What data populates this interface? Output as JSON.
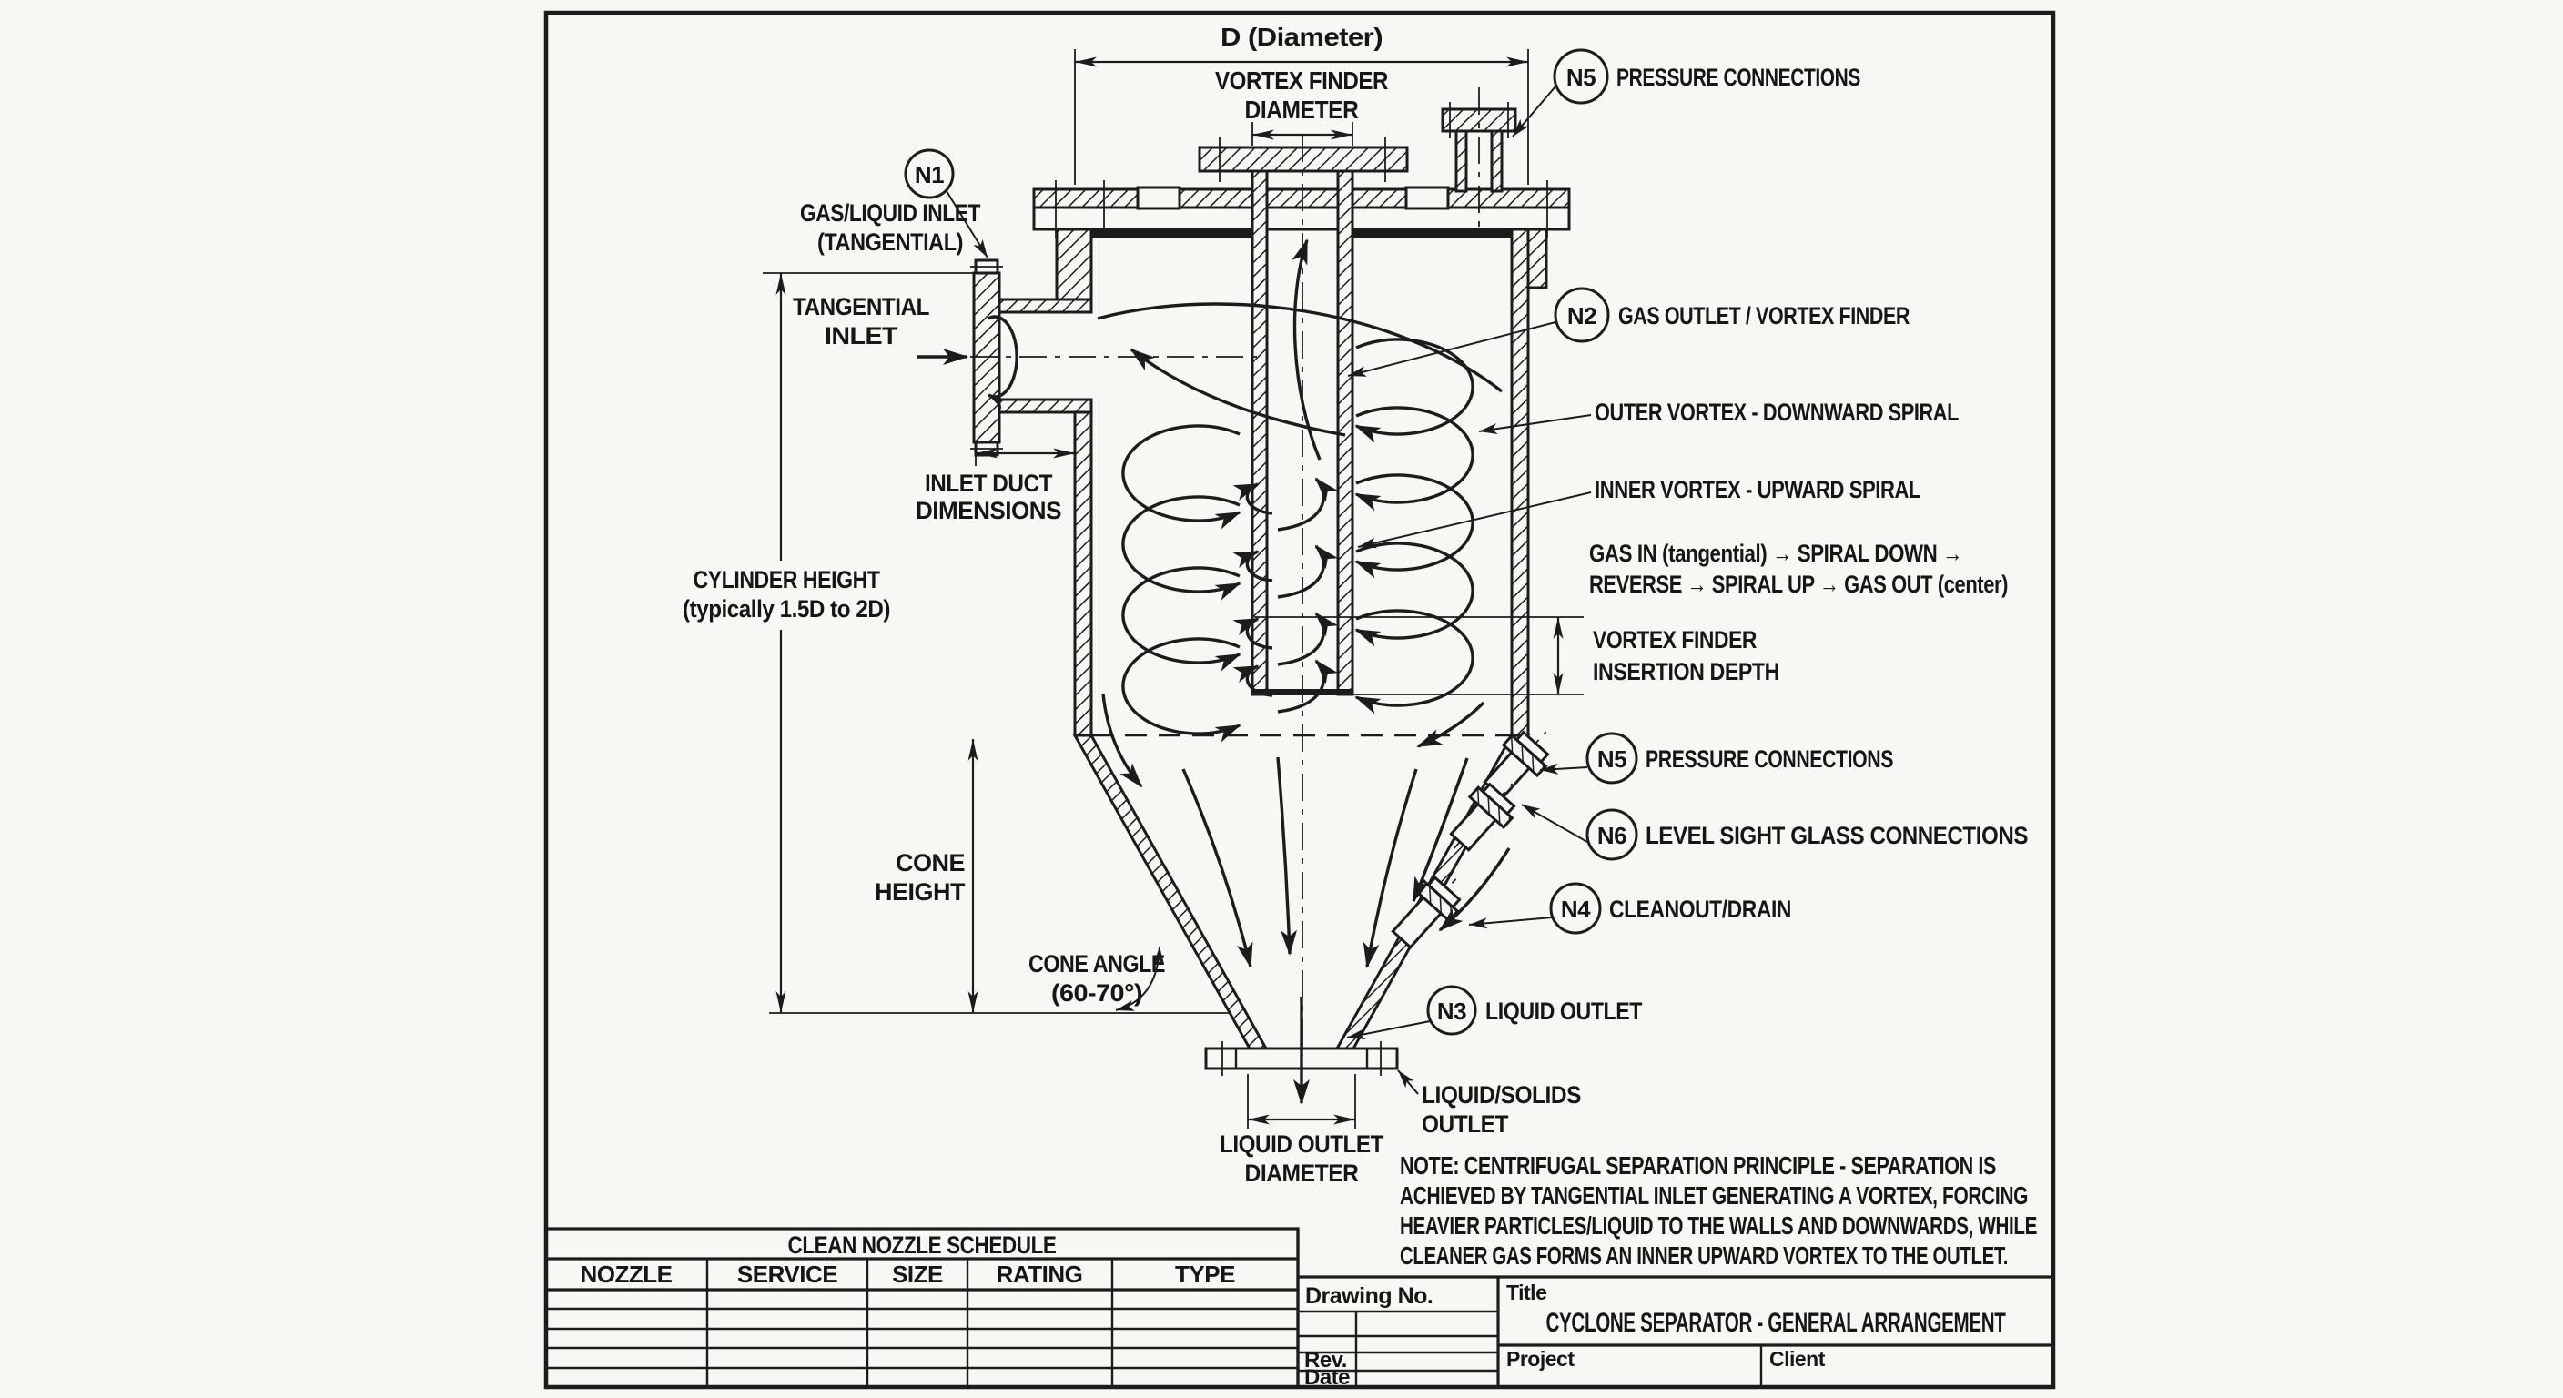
{
  "colors": {
    "paper": "#f8f7f3",
    "ink": "#1c1c1c"
  },
  "labels": {
    "d_diameter": "D (Diameter)",
    "vortex_finder_diameter": [
      "VORTEX FINDER",
      "DIAMETER"
    ],
    "gas_liquid_inlet": [
      "GAS/LIQUID INLET",
      "(TANGENTIAL)"
    ],
    "tangential_inlet": [
      "TANGENTIAL",
      "INLET"
    ],
    "inlet_duct_dimensions": [
      "INLET DUCT",
      "DIMENSIONS"
    ],
    "cylinder_height": [
      "CYLINDER HEIGHT",
      "(typically 1.5D to 2D)"
    ],
    "cone_height": [
      "CONE",
      "HEIGHT"
    ],
    "cone_angle": [
      "CONE ANGLE",
      "(60-70°)"
    ],
    "vortex_finder_insertion_depth": [
      "VORTEX FINDER",
      "INSERTION DEPTH"
    ],
    "flow_summary": [
      "GAS IN (tangential) → SPIRAL DOWN →",
      "REVERSE → SPIRAL UP → GAS OUT (center)"
    ],
    "outer_vortex": "OUTER VORTEX - DOWNWARD SPIRAL",
    "inner_vortex": "INNER VORTEX - UPWARD SPIRAL",
    "liquid_solids_outlet": [
      "LIQUID/SOLIDS",
      "OUTLET"
    ],
    "liquid_outlet_diameter": [
      "LIQUID OUTLET",
      "DIAMETER"
    ]
  },
  "callouts": {
    "n1": {
      "tag": "N1"
    },
    "n2": {
      "tag": "N2",
      "text": "GAS OUTLET / VORTEX FINDER"
    },
    "n3": {
      "tag": "N3",
      "text": "LIQUID OUTLET"
    },
    "n4": {
      "tag": "N4",
      "text": "CLEANOUT/DRAIN"
    },
    "n5_top": {
      "tag": "N5",
      "text": "PRESSURE CONNECTIONS"
    },
    "n5_mid": {
      "tag": "N5",
      "text": "PRESSURE CONNECTIONS"
    },
    "n6": {
      "tag": "N6",
      "text": "LEVEL SIGHT GLASS CONNECTIONS"
    }
  },
  "note": {
    "lines": [
      "NOTE:  CENTRIFUGAL SEPARATION PRINCIPLE - SEPARATION IS",
      "ACHIEVED BY TANGENTIAL INLET GENERATING A VORTEX, FORCING",
      "HEAVIER PARTICLES/LIQUID TO THE WALLS AND DOWNWARDS, WHILE",
      "CLEANER GAS FORMS AN INNER UPWARD VORTEX TO THE OUTLET."
    ]
  },
  "nozzle_schedule": {
    "title": "CLEAN NOZZLE SCHEDULE",
    "columns": [
      "NOZZLE",
      "SERVICE",
      "SIZE",
      "RATING",
      "TYPE"
    ],
    "empty_row_count": 5
  },
  "title_block": {
    "drawing_no_label": "Drawing No.",
    "rev_label": "Rev.",
    "date_label": "Date",
    "title_label": "Title",
    "title": "CYCLONE SEPARATOR - GENERAL ARRANGEMENT",
    "project_label": "Project",
    "client_label": "Client"
  }
}
